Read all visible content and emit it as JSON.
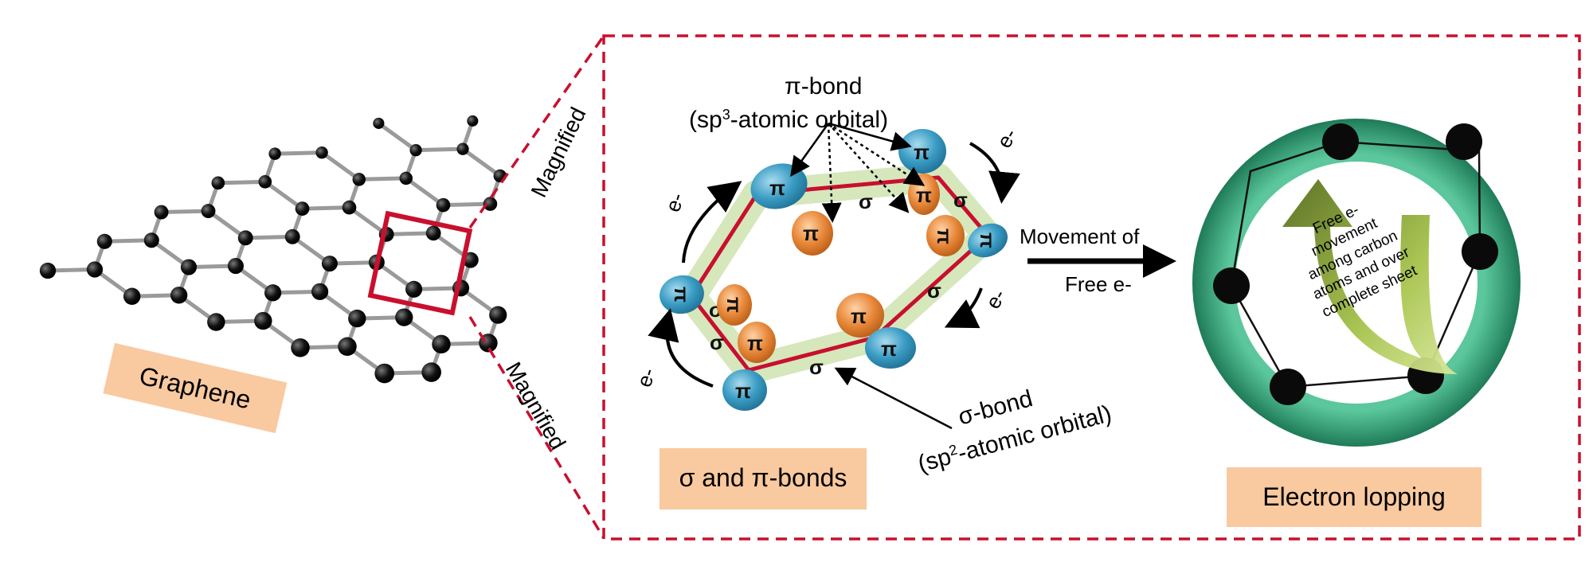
{
  "labels": {
    "graphene": "Graphene",
    "magnified_top": "Magnified",
    "magnified_bottom": "Magnified",
    "pi_bond_title": "π-bond",
    "pi_bond_orbital_pre": "(sp",
    "pi_bond_orbital_sup": "3",
    "pi_bond_orbital_post": "-atomic orbital)",
    "sigma_bond_title": "σ-bond",
    "sigma_bond_orbital_pre": "(sp",
    "sigma_bond_orbital_sup": "2",
    "sigma_bond_orbital_post": "-atomic orbital)",
    "movement_line1": "Movement of",
    "movement_line2": "Free e-",
    "sigma_pi_box": "σ and π-bonds",
    "electron_lopping_box": "Electron lopping",
    "electron": "e-",
    "pi_symbol": "π",
    "sigma_symbol": "σ",
    "inner_text": [
      "Free e-",
      "movement",
      "among carbon",
      "atoms and over",
      "complete sheet"
    ]
  },
  "colors": {
    "label_box": "#f9c9a0",
    "dashed_red": "#c8102e",
    "bond_red": "#c8102e",
    "orbital_blue": "#3a9cc4",
    "orbital_orange": "#e8883a",
    "ring_green": "#3fa57f",
    "arrow_green": "#7a9a2a",
    "atom_black": "#111111"
  }
}
